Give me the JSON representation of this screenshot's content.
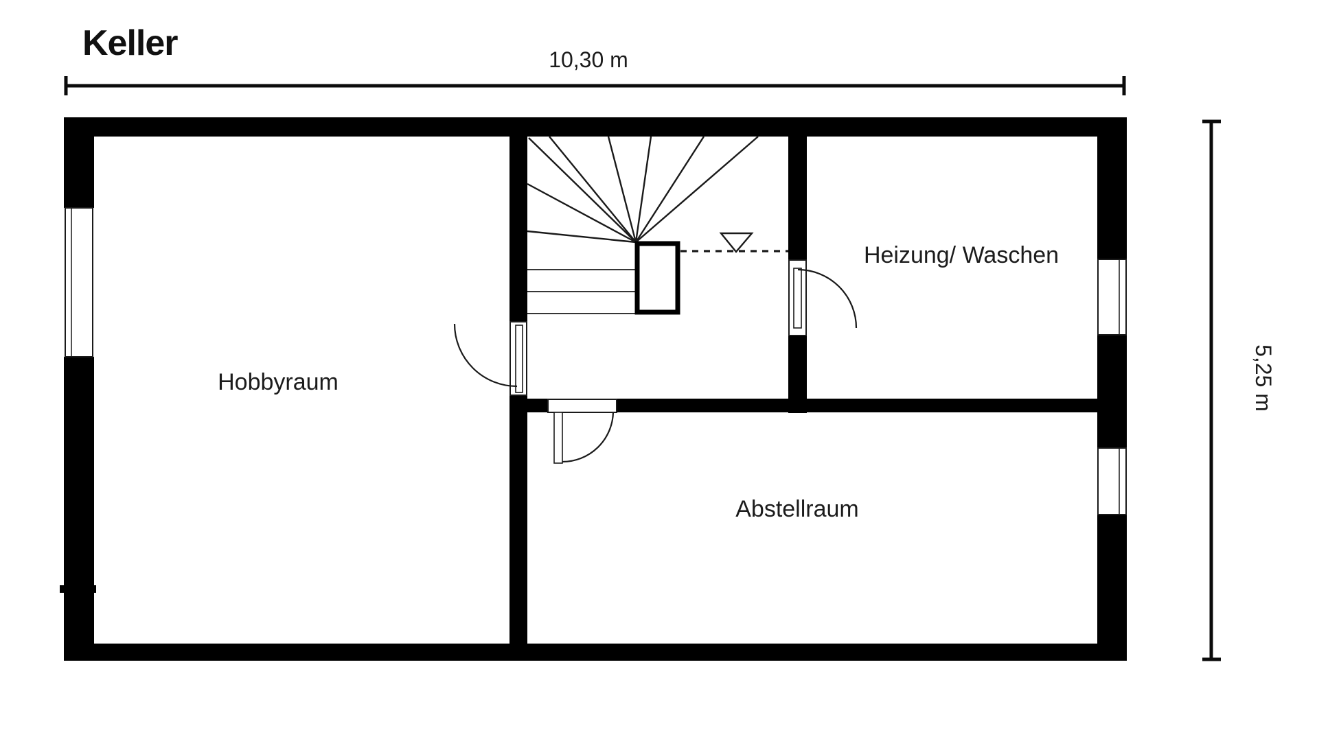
{
  "title": "Keller",
  "dimensions": {
    "width_label": "10,30 m",
    "height_label": "5,25 m"
  },
  "rooms": [
    {
      "name": "Hobbyraum"
    },
    {
      "name": "Heizung/ Waschen"
    },
    {
      "name": "Abstellraum"
    }
  ],
  "symbols": {
    "staircase": "winder-staircase",
    "direction_marker": "triangle-down",
    "doors": 3,
    "windows": 3
  },
  "colors": {
    "wall": "#000000",
    "text": "#1c1c1c",
    "background": "#ffffff"
  }
}
